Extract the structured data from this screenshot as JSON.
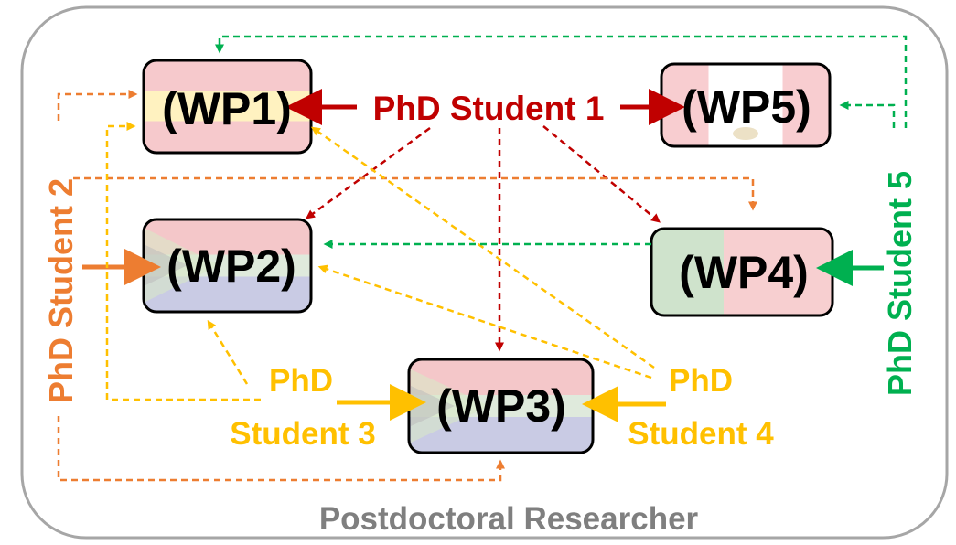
{
  "container": {
    "label": "Postdoctoral Researcher"
  },
  "work_packages": {
    "wp1": "(WP1)",
    "wp2": "(WP2)",
    "wp3": "(WP3)",
    "wp4": "(WP4)",
    "wp5": "(WP5)"
  },
  "students": {
    "s1": "PhD Student 1",
    "s2": "PhD Student 2",
    "s3_line1": "PhD",
    "s3_line2": "Student 3",
    "s4_line1": "PhD",
    "s4_line2": "Student 4",
    "s5": "PhD Student 5"
  },
  "colors": {
    "student1": "#c00000",
    "student2": "#ed7d31",
    "student34": "#ffc000",
    "student5": "#00b050",
    "container_label": "#7f7f7f",
    "container_border": "#a6a6a6"
  }
}
